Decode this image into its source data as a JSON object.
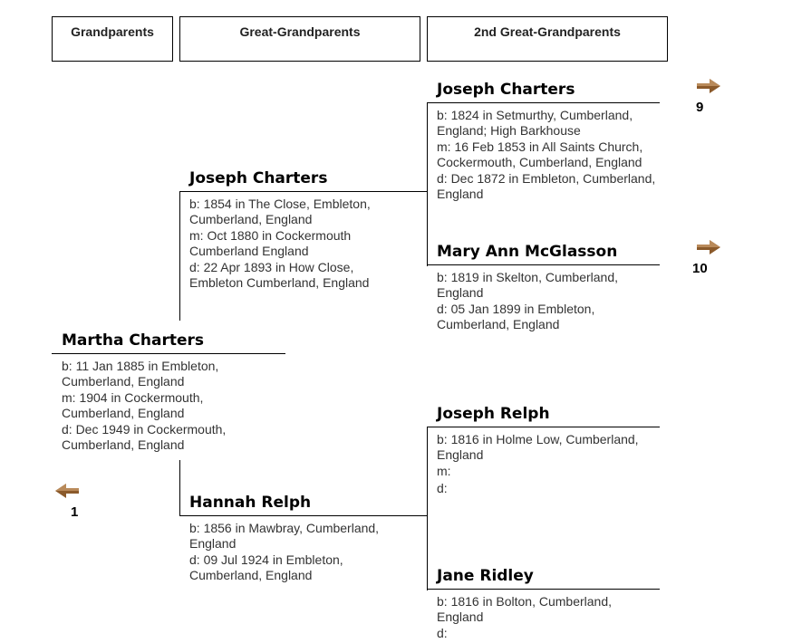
{
  "headers": {
    "col1": "Grandparents",
    "col2": "Great-Grandparents",
    "col3": "2nd Great-Grandparents"
  },
  "persons": {
    "martha": {
      "name": "Martha Charters",
      "birth": "b: 11 Jan 1885 in Embleton, Cumberland, England",
      "marriage": "m: 1904 in Cockermouth, Cumberland, England",
      "death": "d: Dec 1949 in Cockermouth, Cumberland, England"
    },
    "joseph_1854": {
      "name": "Joseph Charters",
      "birth": "b: 1854 in The Close, Embleton, Cumberland, England",
      "marriage": "m: Oct 1880 in Cockermouth Cumberland England",
      "death": "d: 22 Apr 1893 in How Close, Embleton Cumberland, England"
    },
    "hannah": {
      "name": "Hannah Relph",
      "birth": "b: 1856 in Mawbray, Cumberland, England",
      "death": "d: 09 Jul 1924 in Embleton, Cumberland, England"
    },
    "joseph_1824": {
      "name": "Joseph Charters",
      "birth": "b: 1824 in Setmurthy, Cumberland, England; High Barkhouse",
      "marriage": "m: 16 Feb 1853 in All Saints Church, Cockermouth, Cumberland, England",
      "death": "d: Dec 1872 in Embleton, Cumberland, England"
    },
    "mary_ann": {
      "name": "Mary Ann McGlasson",
      "birth": "b: 1819 in Skelton, Cumberland, England",
      "death": "d: 05 Jan 1899 in Embleton, Cumberland, England"
    },
    "joseph_relph": {
      "name": "Joseph Relph",
      "birth": "b: 1816 in Holme Low, Cumberland, England",
      "marriage": "m:",
      "death": "d:"
    },
    "jane": {
      "name": "Jane Ridley",
      "birth": "b: 1816 in Bolton, Cumberland, England",
      "death": "d:"
    }
  },
  "navigation": {
    "back_number": "1",
    "forward_9": "9",
    "forward_10": "10"
  },
  "colors": {
    "arrow": "#8b5a2b",
    "line": "#000000"
  },
  "icons": {
    "back": "left-arrow-icon",
    "forward": "right-arrow-icon"
  }
}
